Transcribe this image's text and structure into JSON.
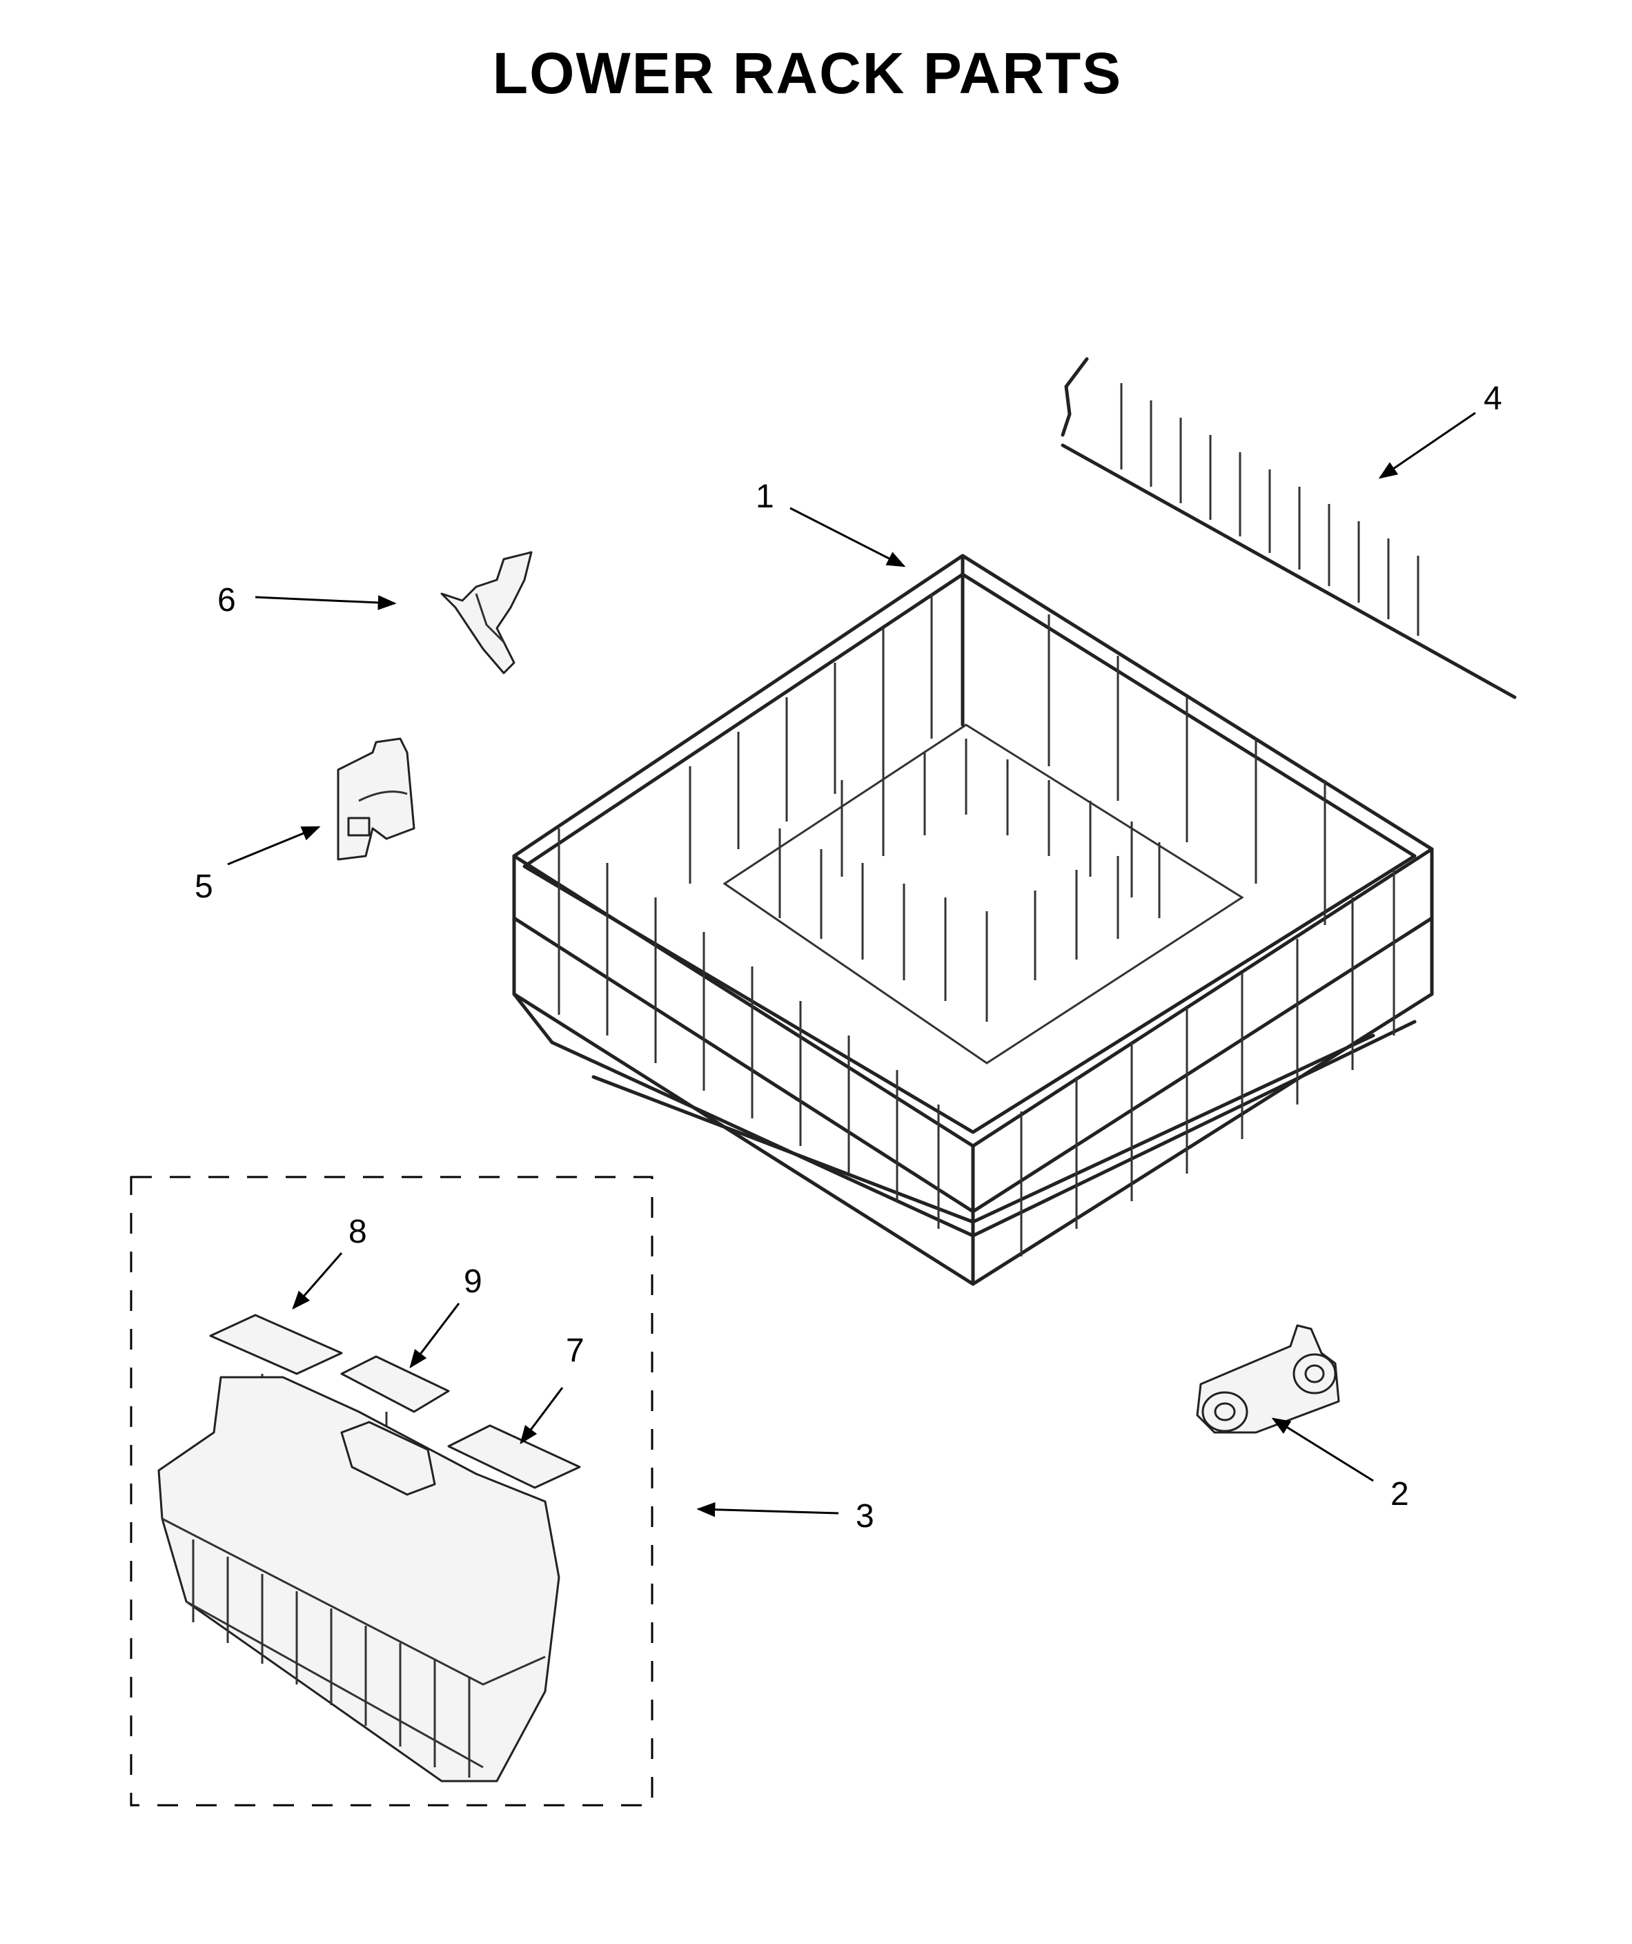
{
  "title": "LOWER RACK PARTS",
  "callouts": {
    "c1": "1",
    "c2": "2",
    "c3": "3",
    "c4": "4",
    "c5": "5",
    "c6": "6",
    "c7": "7",
    "c8": "8",
    "c9": "9"
  },
  "colors": {
    "line": "#000000",
    "background": "#ffffff"
  }
}
